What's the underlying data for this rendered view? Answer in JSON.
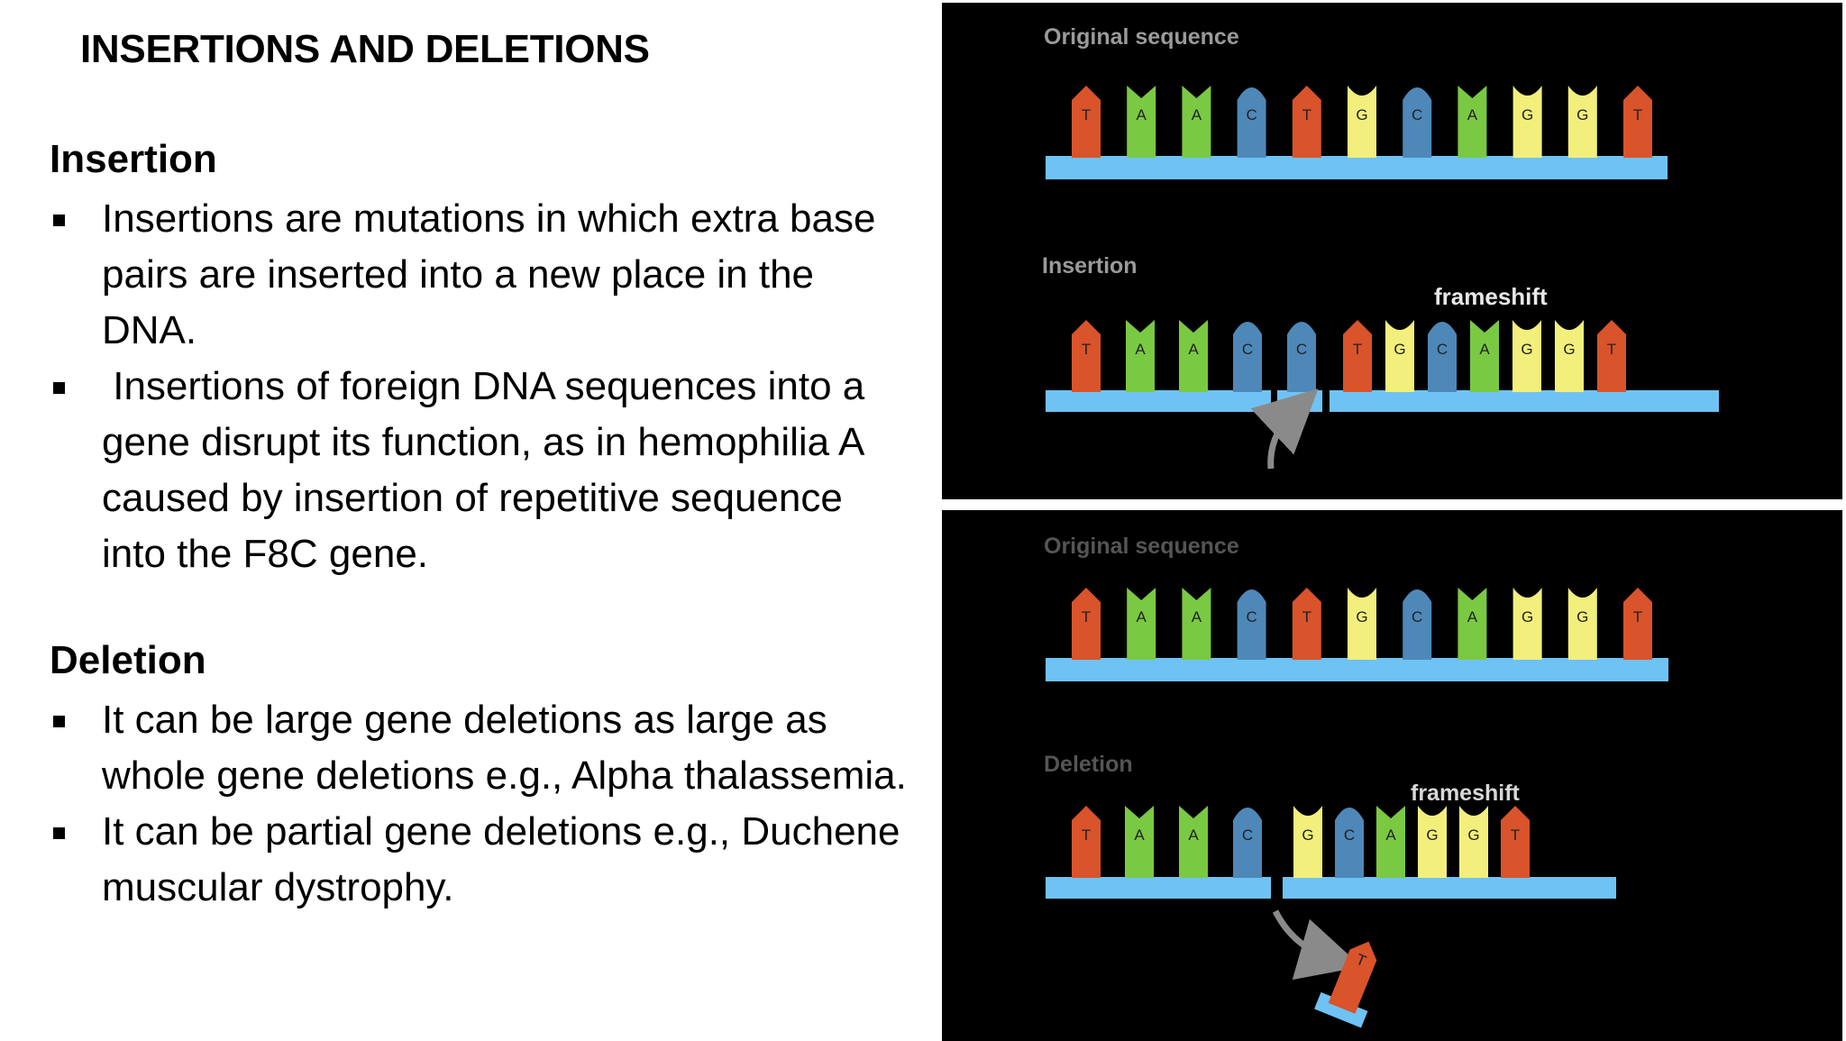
{
  "slide": {
    "title": "INSERTIONS AND DELETIONS",
    "insertion": {
      "heading": "Insertion",
      "bullets": [
        "Insertions are mutations in which extra base pairs are inserted into a new place in the DNA.",
        " Insertions of foreign DNA sequences into a gene disrupt its function, as in hemophilia A caused by insertion of repetitive sequence into the F8C gene."
      ]
    },
    "deletion": {
      "heading": "Deletion",
      "bullets": [
        "It can be large gene deletions as large as whole gene deletions e.g., Alpha thalassemia.",
        "It can be partial gene deletions e.g., Duchene muscular dystrophy."
      ]
    }
  },
  "figures": {
    "insertion_panel": {
      "original_label": "Original sequence",
      "original_sequence": [
        "T",
        "A",
        "A",
        "C",
        "T",
        "G",
        "C",
        "A",
        "G",
        "G",
        "T"
      ],
      "mutation_label": "Insertion",
      "frameshift_label": "frameshift",
      "mutated_sequence": [
        "T",
        "A",
        "A",
        "C",
        "C",
        "T",
        "G",
        "C",
        "A",
        "G",
        "G",
        "T"
      ],
      "inserted_base": "C"
    },
    "deletion_panel": {
      "original_label": "Original sequence",
      "original_sequence": [
        "T",
        "A",
        "A",
        "C",
        "T",
        "G",
        "C",
        "A",
        "G",
        "G",
        "T"
      ],
      "mutation_label": "Deletion",
      "frameshift_label": "frameshift",
      "mutated_sequence": [
        "T",
        "A",
        "A",
        "C",
        "G",
        "C",
        "A",
        "G",
        "G",
        "T"
      ],
      "deleted_base": "T"
    },
    "base_colors": {
      "T": "#d9532b",
      "A": "#7ac943",
      "C": "#4e88b8",
      "G": "#f2ef7c",
      "backbone": "#6ec3f4"
    }
  }
}
